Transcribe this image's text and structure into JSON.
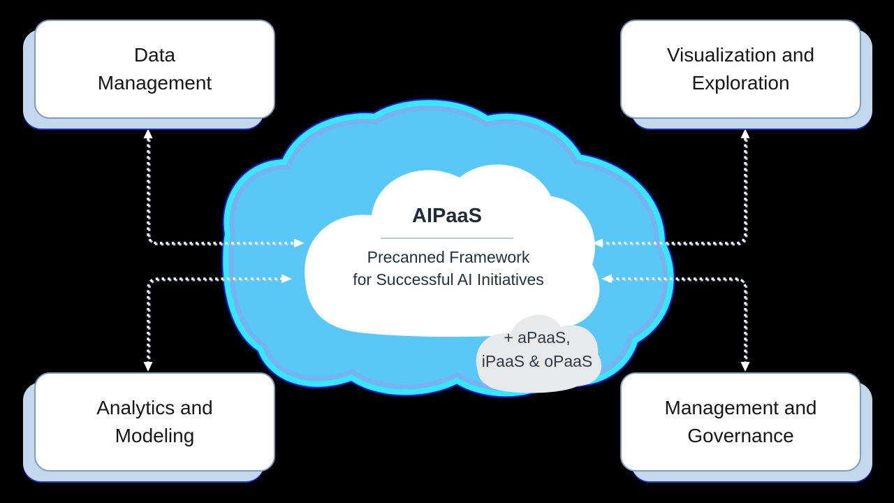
{
  "diagram": {
    "background_color": "#000000",
    "center_cloud": {
      "title": "AIPaaS",
      "subtitle_line1": "Precanned Framework",
      "subtitle_line2": "for Successful AI Initiatives",
      "fill_color": "#5AC8F7",
      "ring_color": "#79B2F1",
      "glow_color": "#35E8FD",
      "outline_color": "#1B1FE8",
      "inner_cloud_color": "#FFFFFF",
      "title_color": "#1F2B38",
      "subtitle_color": "#25313D",
      "divider_color": "#A6BACB"
    },
    "addon_cloud": {
      "line1": "+ aPaaS,",
      "line2": "iPaaS & oPaaS",
      "fill_color": "#E8E9EA",
      "text_color": "#2E3B47"
    },
    "boxes": [
      {
        "id": "data-management",
        "position": "top-left",
        "line1": "Data",
        "line2": "Management"
      },
      {
        "id": "visualization-exploration",
        "position": "top-right",
        "line1": "Visualization and",
        "line2": "Exploration"
      },
      {
        "id": "analytics-modeling",
        "position": "bottom-left",
        "line1": "Analytics and",
        "line2": "Modeling"
      },
      {
        "id": "management-governance",
        "position": "bottom-right",
        "line1": "Management and",
        "line2": "Governance"
      }
    ],
    "box_style": {
      "fill_color": "#FFFFFF",
      "border_color": "#7B9DC1",
      "shadow_color": "#C3D8EC",
      "text_color": "#161616"
    },
    "connectors": {
      "style": "dotted",
      "color": "#FFFFFF",
      "under_color": "#AFCBE9"
    }
  }
}
